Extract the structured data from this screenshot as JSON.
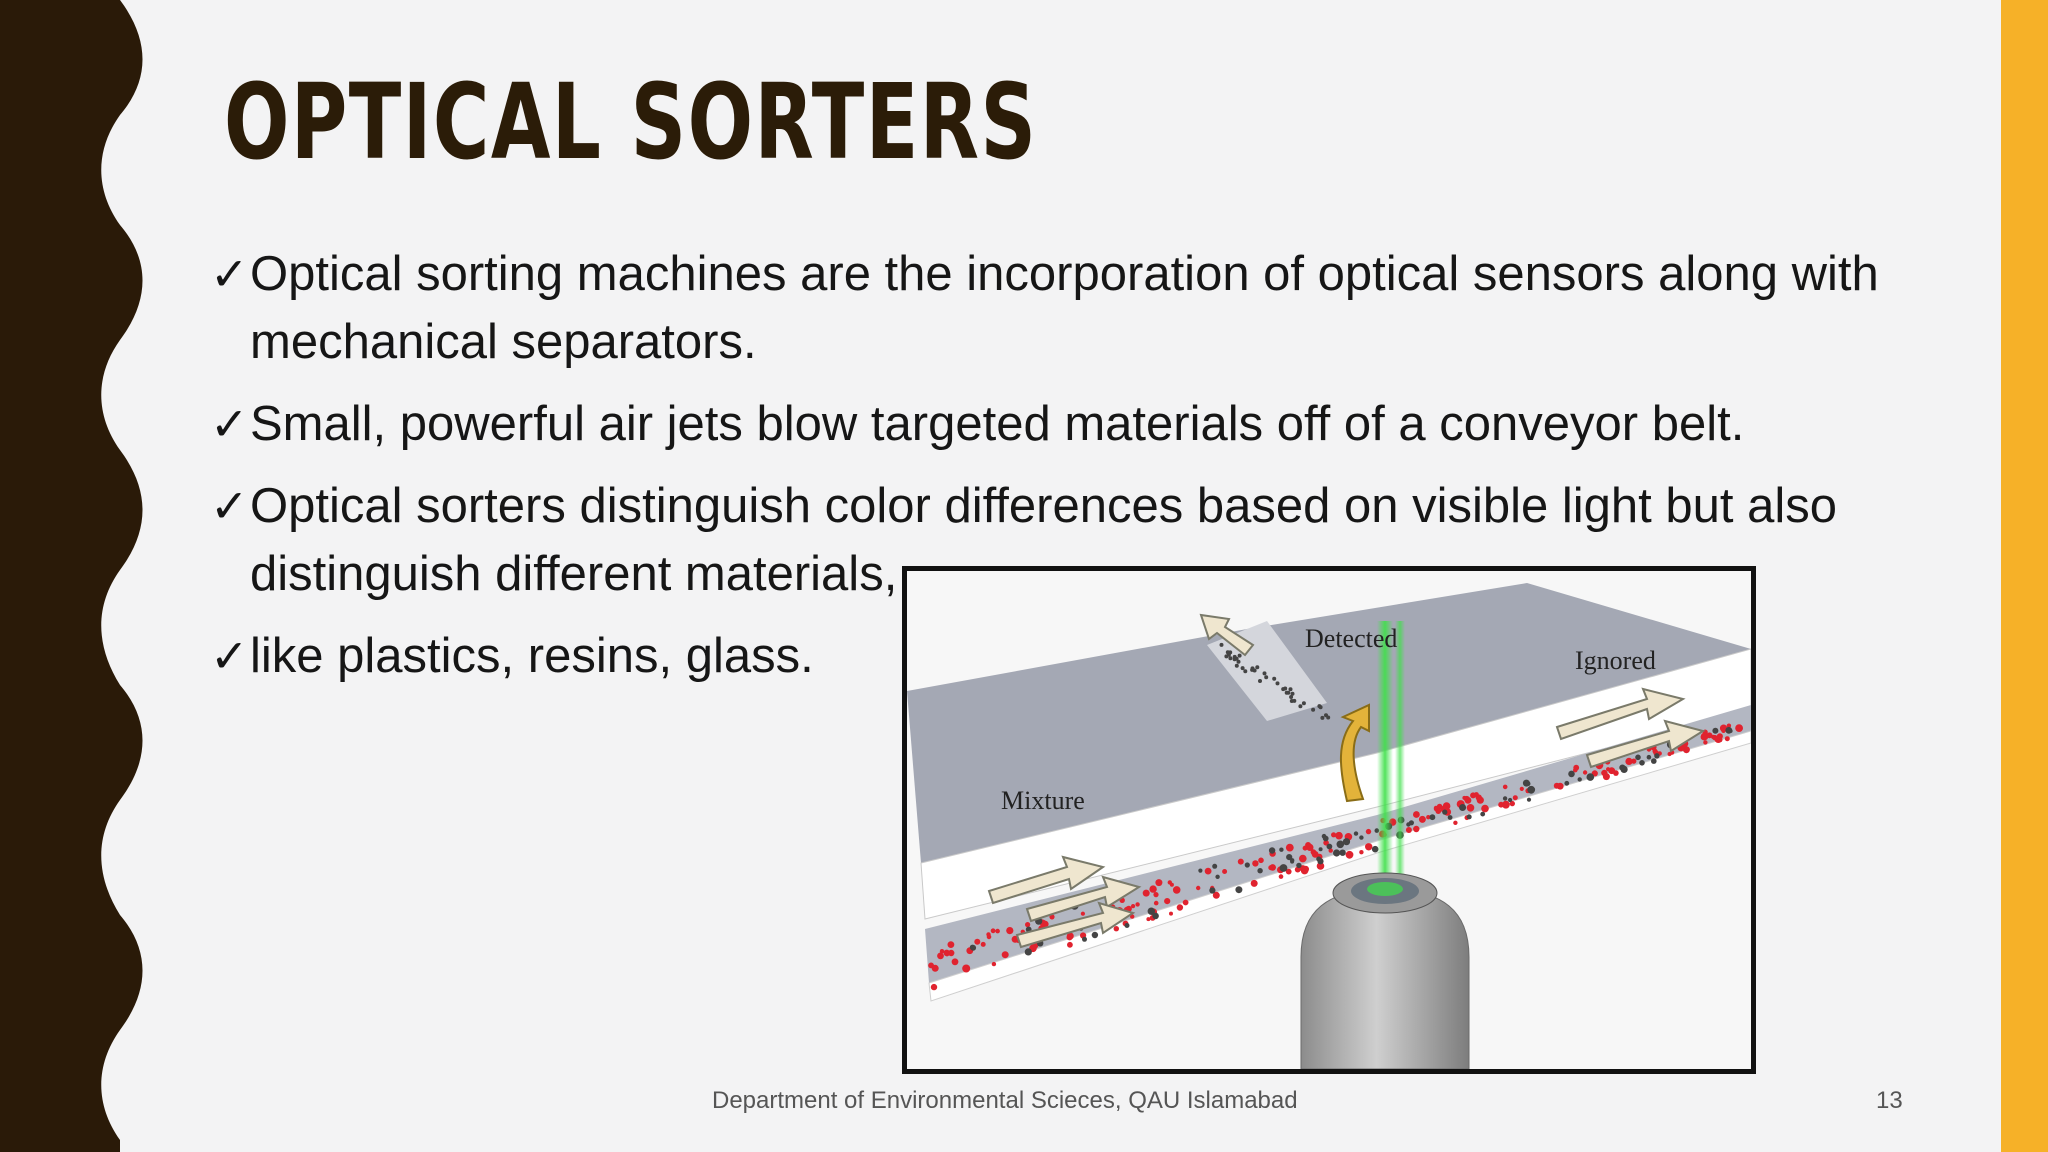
{
  "slide": {
    "title": "OPTICAL SORTERS",
    "bullets": [
      "Optical sorting machines are the incorporation of optical sensors along with mechanical separators.",
      "Small, powerful air jets blow targeted materials off of a conveyor belt.",
      "Optical sorters distinguish color differences based on visible light but also distinguish different materials,",
      "like plastics, resins, glass."
    ],
    "check_glyph": "✓",
    "figure": {
      "labels": {
        "detected": "Detected",
        "ignored": "Ignored",
        "mixture": "Mixture"
      }
    },
    "footer": "Department of Environmental Scieces, QAU Islamabad",
    "page_number": "13"
  },
  "colors": {
    "background": "#f3f3f4",
    "left_band": "#2a1a08",
    "right_accent": "#f6b128",
    "title": "#2b1c08",
    "particles_red": "#e0232f",
    "particles_dark": "#444444",
    "laser_green": "#3fe04a"
  },
  "icons": [
    "checkmark-icon"
  ]
}
